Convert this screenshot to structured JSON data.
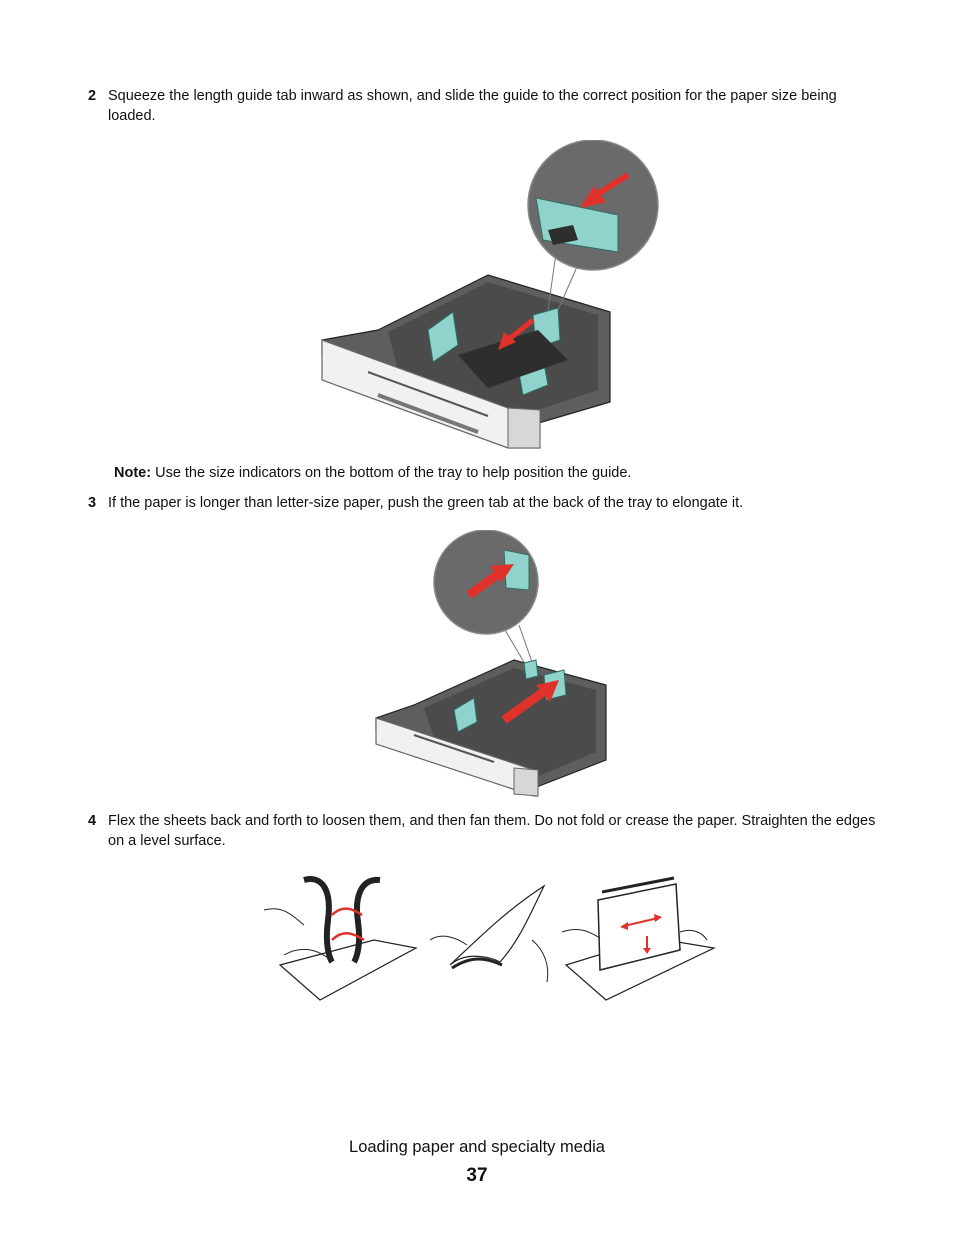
{
  "steps": [
    {
      "number": "2",
      "text": "Squeeze the length guide tab inward as shown, and slide the guide to the correct position for the paper size being loaded."
    },
    {
      "number": "3",
      "text": "If the paper is longer than letter-size paper, push the green tab at the back of the tray to elongate it."
    },
    {
      "number": "4",
      "text": "Flex the sheets back and forth to loosen them, and then fan them. Do not fold or crease the paper. Straighten the edges on a level surface."
    }
  ],
  "note": {
    "label": "Note:",
    "text": "Use the size indicators on the bottom of the tray to help position the guide."
  },
  "footer": {
    "title": "Loading paper and specialty media",
    "page_number": "37"
  },
  "colors": {
    "arrow": "#e0322a",
    "guide_green": "#8fd3cc",
    "tray_gray": "#6b6b6b"
  }
}
